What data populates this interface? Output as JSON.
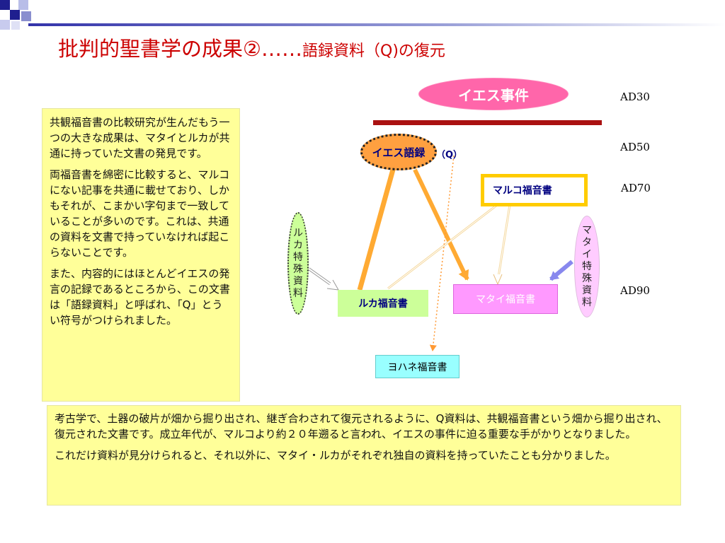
{
  "title": {
    "main": "批判的聖書学の成果②……",
    "sub": "語録資料（Q)の復元"
  },
  "left_text": {
    "p1": "共観福音書の比較研究が生んだもう一つの大きな成果は、マタイとルカが共通に持っていた文書の発見です。",
    "p2": "両福音書を綿密に比較すると、マルコにない記事を共通に載せており、しかもそれが、こまかい字句まで一致していることが多いのです。これは、共通の資料を文書で持っていなければ起こらないことです。",
    "p3": "また、内容的にはほとんどイエスの発言の記録であるところから、この文書は「語録資料」と呼ばれ、「Q」とうい符号がつけられました。"
  },
  "bottom_text": {
    "p1": "考古学で、土器の破片が畑から掘り出され、継ぎ合わされて復元されるように、Q資料は、共観福音書という畑から掘り出され、復元された文書です。成立年代が、マルコより約２０年遡ると言われ、イエスの事件に迫る重要な手がかりとなりました。",
    "p2": "これだけ資料が見分けられると、それ以外に、マタイ・ルカがそれぞれ独自の資料を持っていたことも分かりました。"
  },
  "diagram": {
    "jesus_event": "イエス事件",
    "q_source": "イエス語録",
    "q_mark": "（Q）",
    "mark": "マルコ福音書",
    "luke": "ルカ福音書",
    "matthew": "マタイ福音書",
    "john": "ヨハネ福音書",
    "luke_special": [
      "ル",
      "カ",
      "特",
      "殊",
      "資",
      "料"
    ],
    "matthew_special": [
      "マ",
      "タ",
      "イ",
      "特",
      "殊",
      "資",
      "料"
    ],
    "timeline": [
      "AD30",
      "AD50",
      "AD70",
      "AD90"
    ]
  },
  "colors": {
    "title": "#cc0000",
    "text_box": "#ffff99",
    "jesus_event": "#ff66aa",
    "q_source": "#ffa040",
    "mark_border": "#ffcc00",
    "luke": "#ccff99",
    "matthew": "#ff99ff",
    "john": "#99ffff",
    "luke_special": "#ccff99",
    "matthew_special": "#ffccff",
    "event_bar": "#aa1111",
    "arrow_orange": "#ffaa33"
  }
}
